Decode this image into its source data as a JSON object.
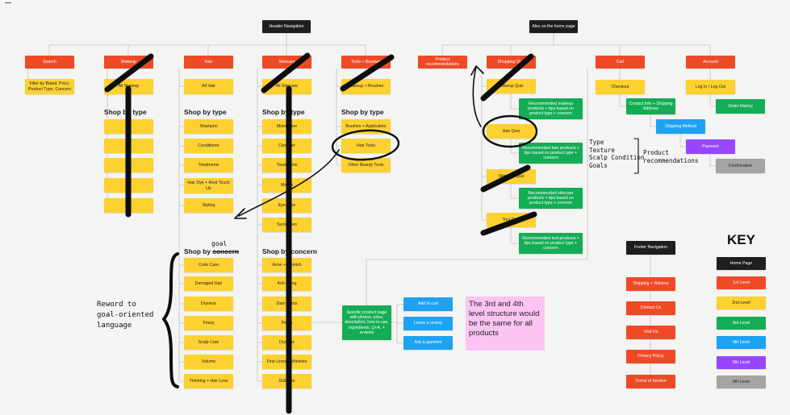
{
  "root_nodes": [
    {
      "id": "header",
      "label": "Header Navigation",
      "color": "black"
    },
    {
      "id": "home",
      "label": "Also on the home page",
      "color": "black"
    }
  ],
  "level1": [
    {
      "id": "search",
      "label": "Search"
    },
    {
      "id": "makeup",
      "label": "Makeup"
    },
    {
      "id": "hair",
      "label": "Hair"
    },
    {
      "id": "skincare",
      "label": "Skincare"
    },
    {
      "id": "tools",
      "label": "Tools + Brushes"
    },
    {
      "id": "product_recs",
      "label": "Product recommendations"
    },
    {
      "id": "shopping_quiz",
      "label": "Shopping Quiz"
    },
    {
      "id": "cart",
      "label": "Cart"
    },
    {
      "id": "account",
      "label": "Account"
    }
  ],
  "search_filter": "Filter by Brand, Price, Product Type, Concern",
  "makeup": {
    "all": "All Makeup",
    "heading": "Shop by type",
    "items": [
      "",
      "",
      "",
      "",
      ""
    ]
  },
  "hair": {
    "all": "All Hair",
    "type_heading": "Shop by type",
    "types": [
      "Shampoo",
      "Conditioner",
      "Treatments",
      "Hair Dye + Root Touch Up",
      "Styling"
    ],
    "concern_heading_prefix": "Shop by",
    "concern_heading_word": "concern",
    "concern_annotation": "goal",
    "concerns": [
      "Color Care",
      "Damaged Hair",
      "Dryness",
      "Frizzy",
      "Scalp Care",
      "Volume",
      "Thinning + Hair Loss"
    ]
  },
  "skincare": {
    "all": "All Skincare",
    "type_heading": "Shop by type",
    "types": [
      "Moisturizer",
      "Cleanser",
      "Treatments",
      "Masks",
      "Eye Care",
      "Sunscreen"
    ],
    "concern_heading": "Shop by concern",
    "concerns": [
      "Acne + Blemish",
      "Anti-Aging",
      "Dark Spots",
      "Pores",
      "Dryness",
      "Fine Lines + Wrinkles",
      "Dullness"
    ]
  },
  "tools": {
    "all": "Makeup + Brushes",
    "heading": "Shop by type",
    "types": [
      "Brushes + Applicators",
      "Hair Tools",
      "Other Beauty Tools"
    ]
  },
  "quiz": {
    "items": [
      "Makeup Quiz",
      "Hair Quiz",
      "Skincare Quiz",
      "Tool Quiz"
    ],
    "recs": [
      "Recommended makeup products + tips based on product type + concern",
      "Recommended hair products + tips based on product type + concern",
      "Recommended skincare products + tips based on product type + concern",
      "Recommended tool products + tips based on product type + concern"
    ]
  },
  "cart": {
    "checkout": "Checkout",
    "contact": "Contact Info + Shipping Address",
    "shipping": "Shipping Method",
    "payment": "Payment",
    "confirmation": "Confirmation"
  },
  "account": {
    "login": "Log In / Log Out",
    "history": "Order History"
  },
  "product_page": "Specific product page with photos, price, description, how to use, ingredients, Q+A, + reviews",
  "product_actions": [
    "Add to cart",
    "Leave a review",
    "Ask a question"
  ],
  "sticky_note": "The 3rd and 4th level structure would be the same for all products",
  "footer": {
    "title": "Footer Navigation",
    "items": [
      "Shipping + Returns",
      "Contact Us",
      "Visit Us",
      "Privacy Policy",
      "Terms of Service"
    ]
  },
  "key": {
    "title": "KEY",
    "levels": [
      {
        "label": "Home Page",
        "color": "black"
      },
      {
        "label": "1st Level",
        "color": "red"
      },
      {
        "label": "2nd Level",
        "color": "yellow"
      },
      {
        "label": "3rd Level",
        "color": "green"
      },
      {
        "label": "4th Level",
        "color": "blue"
      },
      {
        "label": "5th Level",
        "color": "purple"
      },
      {
        "label": "6th Level",
        "color": "gray"
      }
    ]
  },
  "annotations": {
    "reword": "Reword to\ngoal-oriented\nlanguage",
    "quiz_criteria": "Type\nTexture\nScalp Condition\nGoals",
    "criteria_group": "Product\nrecommendations"
  },
  "colors": {
    "black": "#1e1e1e",
    "red": "#ef4a26",
    "yellow": "#fdd12f",
    "green": "#14ad55",
    "blue": "#1ea2f2",
    "purple": "#9747ff",
    "gray": "#a4a4a4",
    "sticky": "#fcc4f2",
    "connector": "#c4c4c4",
    "ink": "#0d0d0d"
  }
}
